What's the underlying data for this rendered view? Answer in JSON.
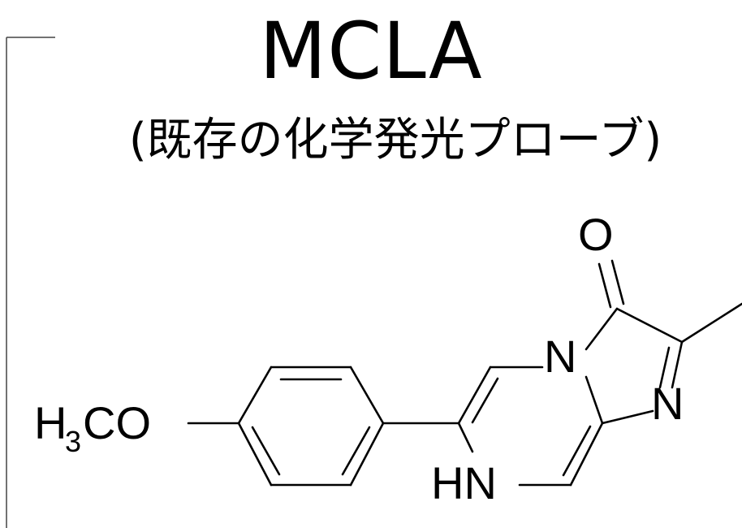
{
  "title": "MCLA",
  "subtitle": "(既存の化学発光プローブ)",
  "molecule": {
    "atoms": {
      "oxygen_carbonyl": "O",
      "nitrogen_bridge": "N",
      "nitrogen_imidazole": "N",
      "amine": "HN",
      "methoxy_prefix": "H",
      "methoxy_subscript": "3",
      "methoxy_suffix": "CO"
    }
  },
  "colors": {
    "ink": "#000000",
    "background": "#ffffff"
  }
}
